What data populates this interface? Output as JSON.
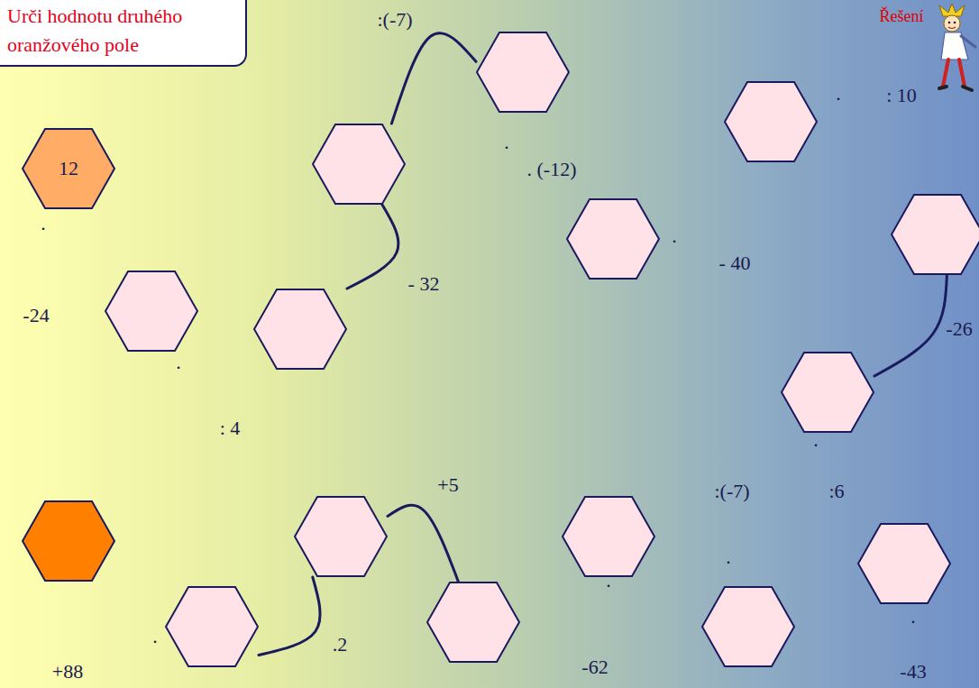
{
  "diagram": {
    "title": "Urči hodnotu druhého oranžového pole",
    "nodes": [
      {
        "text": [
          "12"
        ]
      },
      {
        "text": []
      },
      {
        "text": []
      },
      {
        "text": []
      },
      {
        "text": []
      },
      {
        "text": []
      },
      {
        "text": []
      },
      {
        "text": []
      },
      {
        "text": []
      },
      {
        "text": []
      },
      {
        "text": []
      },
      {
        "text": []
      },
      {
        "text": []
      },
      {
        "text": []
      },
      {
        "text": []
      },
      {
        "text": []
      }
    ],
    "edges": [
      {
        "from": 2,
        "to": 3,
        "label": "- 32",
        "arrow": "none"
      },
      {
        "from": 3,
        "to": 4,
        "label": ":(-7)",
        "arrow": "none"
      },
      {
        "from": 7,
        "to": 8,
        "label": "-26",
        "arrow": "none"
      },
      {
        "from": 13,
        "to": 12,
        "label": "+5",
        "arrow": "none"
      },
      {
        "from": 14,
        "to": 13,
        "label": ".2",
        "arrow": "none"
      }
    ],
    "labels": [
      ".",
      "-24",
      ".",
      ": 4",
      ".",
      ". (-12)",
      ".",
      "- 40",
      ".",
      ": 10",
      ".",
      ":6",
      ":(-7)",
      ".",
      ".",
      "-43",
      ".",
      "-62",
      ".",
      "+88",
      "Řešení"
    ]
  }
}
